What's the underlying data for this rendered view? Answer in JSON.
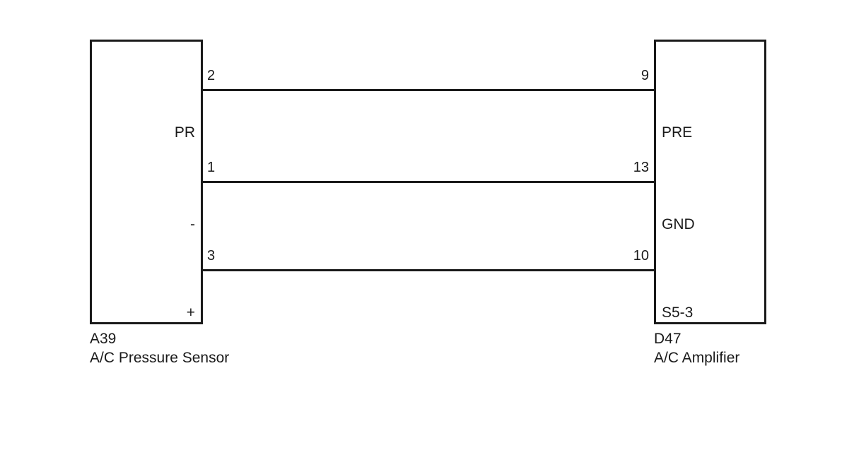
{
  "diagram": {
    "type": "automotive-wiring-diagram",
    "background_color": "#ffffff",
    "line_color": "#1a1a1a",
    "components": {
      "left": {
        "code": "A39",
        "name": "A/C Pressure Sensor",
        "terminals": [
          {
            "pin": "2",
            "label": "PR"
          },
          {
            "pin": "1",
            "label": "-"
          },
          {
            "pin": "3",
            "label": "+"
          }
        ]
      },
      "right": {
        "code": "D47",
        "name": "A/C Amplifier",
        "terminals": [
          {
            "pin": "9",
            "label": "PRE"
          },
          {
            "pin": "13",
            "label": "GND"
          },
          {
            "pin": "10",
            "label": "S5-3"
          }
        ]
      }
    },
    "connections": [
      {
        "from_pin": "2",
        "from_label": "PR",
        "to_pin": "9",
        "to_label": "PRE"
      },
      {
        "from_pin": "1",
        "from_label": "-",
        "to_pin": "13",
        "to_label": "GND"
      },
      {
        "from_pin": "3",
        "from_label": "+",
        "to_pin": "10",
        "to_label": "S5-3"
      }
    ]
  }
}
